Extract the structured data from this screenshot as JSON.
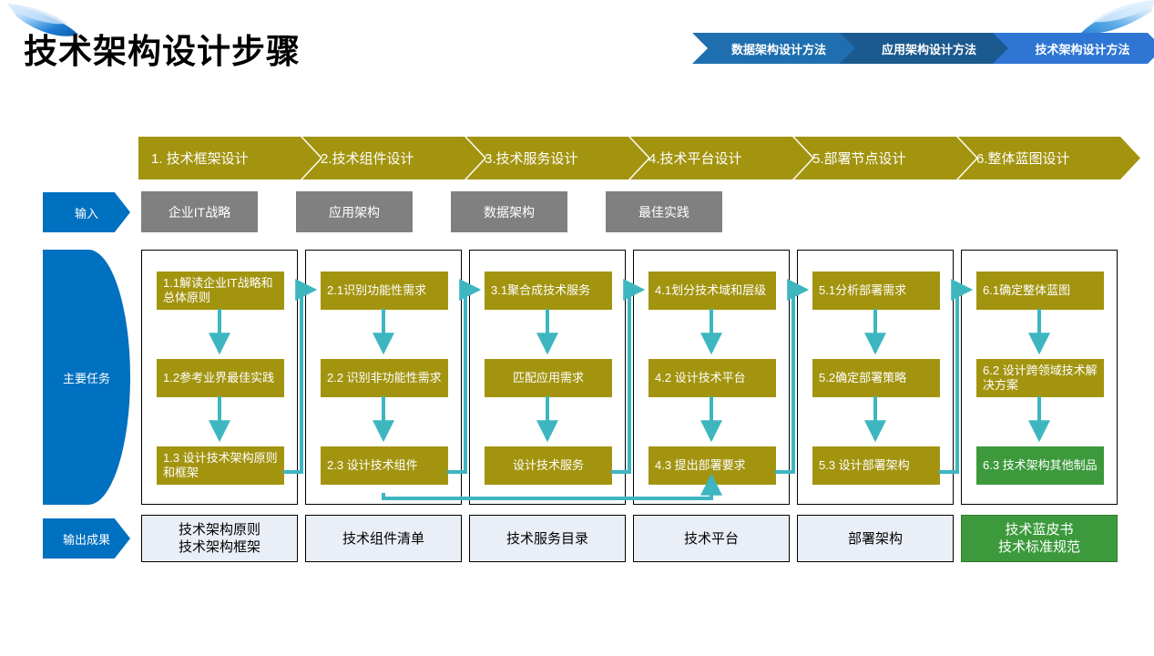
{
  "page": {
    "title": "技术架构设计步骤",
    "background": "#ffffff"
  },
  "colors": {
    "accent_blue": "#0070C0",
    "tab_active": "#2E75D4",
    "tab_inactive_1": "#1F6FB0",
    "tab_inactive_2": "#1B5A8E",
    "phase_olive": "#A39410",
    "task_olive": "#A39410",
    "task_green": "#3C9A3C",
    "input_gray": "#808080",
    "output_fill": "#EAEFF7",
    "output_green": "#3C9A3C",
    "arrow_teal": "#3DB6C0",
    "border_black": "#000000"
  },
  "tabs": [
    {
      "label": "数据架构设计方法",
      "active": false
    },
    {
      "label": "应用架构设计方法",
      "active": false
    },
    {
      "label": "技术架构设计方法",
      "active": true
    }
  ],
  "phases": [
    {
      "label": "1. 技术框架设计"
    },
    {
      "label": "2.技术组件设计"
    },
    {
      "label": "3.技术服务设计"
    },
    {
      "label": "4.技术平台设计"
    },
    {
      "label": "5.部署节点设计"
    },
    {
      "label": "6.整体蓝图设计"
    }
  ],
  "rows": {
    "input_label": "输入",
    "tasks_label": "主要任务",
    "output_label": "输出成果"
  },
  "inputs": [
    {
      "label": "企业IT战略"
    },
    {
      "label": "应用架构"
    },
    {
      "label": "数据架构"
    },
    {
      "label": "最佳实践"
    }
  ],
  "columns": [
    {
      "tasks": [
        {
          "label": "1.1解读企业IT战略和总体原则",
          "color": "olive",
          "lines": 2
        },
        {
          "label": "1.2参考业界最佳实践",
          "color": "olive",
          "lines": 1
        },
        {
          "label": "1.3 设计技术架构原则和框架",
          "color": "olive",
          "lines": 2
        }
      ]
    },
    {
      "tasks": [
        {
          "label": "2.1识别功能性需求",
          "color": "olive",
          "lines": 1
        },
        {
          "label": "2.2 识别非功能性需求",
          "color": "olive",
          "lines": 1
        },
        {
          "label": "2.3 设计技术组件",
          "color": "olive",
          "lines": 1
        }
      ]
    },
    {
      "tasks": [
        {
          "label": "3.1聚合成技术服务",
          "color": "olive",
          "lines": 1
        },
        {
          "label": "匹配应用需求",
          "color": "olive",
          "lines": 1
        },
        {
          "label": "设计技术服务",
          "color": "olive",
          "lines": 1
        }
      ]
    },
    {
      "tasks": [
        {
          "label": "4.1划分技术域和层级",
          "color": "olive",
          "lines": 1
        },
        {
          "label": "4.2 设计技术平台",
          "color": "olive",
          "lines": 1
        },
        {
          "label": "4.3 提出部署要求",
          "color": "olive",
          "lines": 1
        }
      ]
    },
    {
      "tasks": [
        {
          "label": "5.1分析部署需求",
          "color": "olive",
          "lines": 1
        },
        {
          "label": "5.2确定部署策略",
          "color": "olive",
          "lines": 1
        },
        {
          "label": "5.3 设计部署架构",
          "color": "olive",
          "lines": 1
        }
      ]
    },
    {
      "tasks": [
        {
          "label": "6.1确定整体蓝图",
          "color": "olive",
          "lines": 1
        },
        {
          "label": "6.2 设计跨领域技术解决方案",
          "color": "olive",
          "lines": 2
        },
        {
          "label": "6.3 技术架构其他制品",
          "color": "green",
          "lines": 1
        }
      ]
    }
  ],
  "outputs": [
    {
      "label": "技术架构原则\n技术架构框架",
      "color": "light"
    },
    {
      "label": "技术组件清单",
      "color": "light"
    },
    {
      "label": "技术服务目录",
      "color": "light"
    },
    {
      "label": "技术平台",
      "color": "light"
    },
    {
      "label": "部署架构",
      "color": "light"
    },
    {
      "label": "技术蓝皮书\n技术标准规范",
      "color": "green"
    }
  ]
}
